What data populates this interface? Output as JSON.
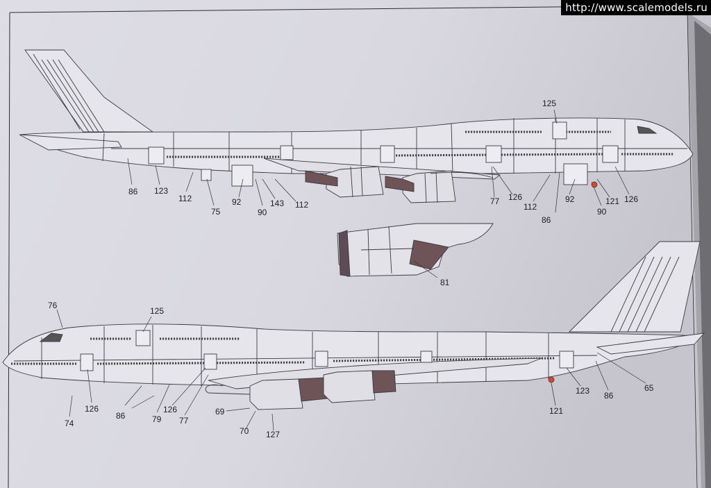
{
  "watermark": "http://www.scalemodels.ru",
  "callouts": {
    "upper_view": {
      "c86": "86",
      "c123": "123",
      "c112a": "112",
      "c75": "75",
      "c92a": "92",
      "c90a": "90",
      "c143": "143",
      "c112b": "112",
      "c77": "77",
      "c126a": "126",
      "c112c": "112",
      "c86b": "86",
      "c92b": "92",
      "c90b": "90",
      "c121": "121",
      "c126b": "126",
      "c125": "125"
    },
    "engine_detail": {
      "c81": "81"
    },
    "lower_view": {
      "c76": "76",
      "c125": "125",
      "c126": "126",
      "c74": "74",
      "c86": "86",
      "c79": "79",
      "c126b": "126",
      "c77": "77",
      "c69": "69",
      "c70": "70",
      "c127": "127",
      "c121": "121",
      "c123": "123",
      "c86b": "86",
      "c65": "65"
    }
  }
}
